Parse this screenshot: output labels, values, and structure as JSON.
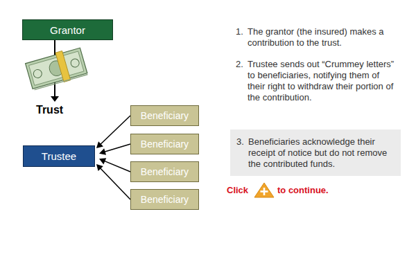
{
  "diagram": {
    "nodes": [
      {
        "text": [
          "Grantor"
        ]
      },
      {
        "text": [
          "Beneficiary"
        ]
      },
      {
        "text": [
          "Beneficiary"
        ]
      },
      {
        "text": [
          "Beneficiary"
        ]
      },
      {
        "text": [
          "Beneficiary"
        ]
      },
      {
        "text": [
          "Trustee"
        ]
      },
      {
        "text": [
          "3.",
          "Beneficiaries acknowledge their receipt of notice but do not remove the contributed funds."
        ]
      }
    ],
    "edges": [
      {
        "from": 1,
        "to": 5,
        "arrow": "to"
      },
      {
        "from": 2,
        "to": 5,
        "arrow": "to"
      },
      {
        "from": 3,
        "to": 5,
        "arrow": "to"
      },
      {
        "from": 4,
        "to": 5,
        "arrow": "to"
      }
    ],
    "labels": [
      "Trust",
      "1.",
      "The grantor (the insured) makes a contribution to the trust.",
      "2.",
      "Trustee sends out “Crummey letters” to beneficiaries, notifying them of their right to withdraw their portion of the contribution.",
      "Click",
      "to continue."
    ]
  }
}
